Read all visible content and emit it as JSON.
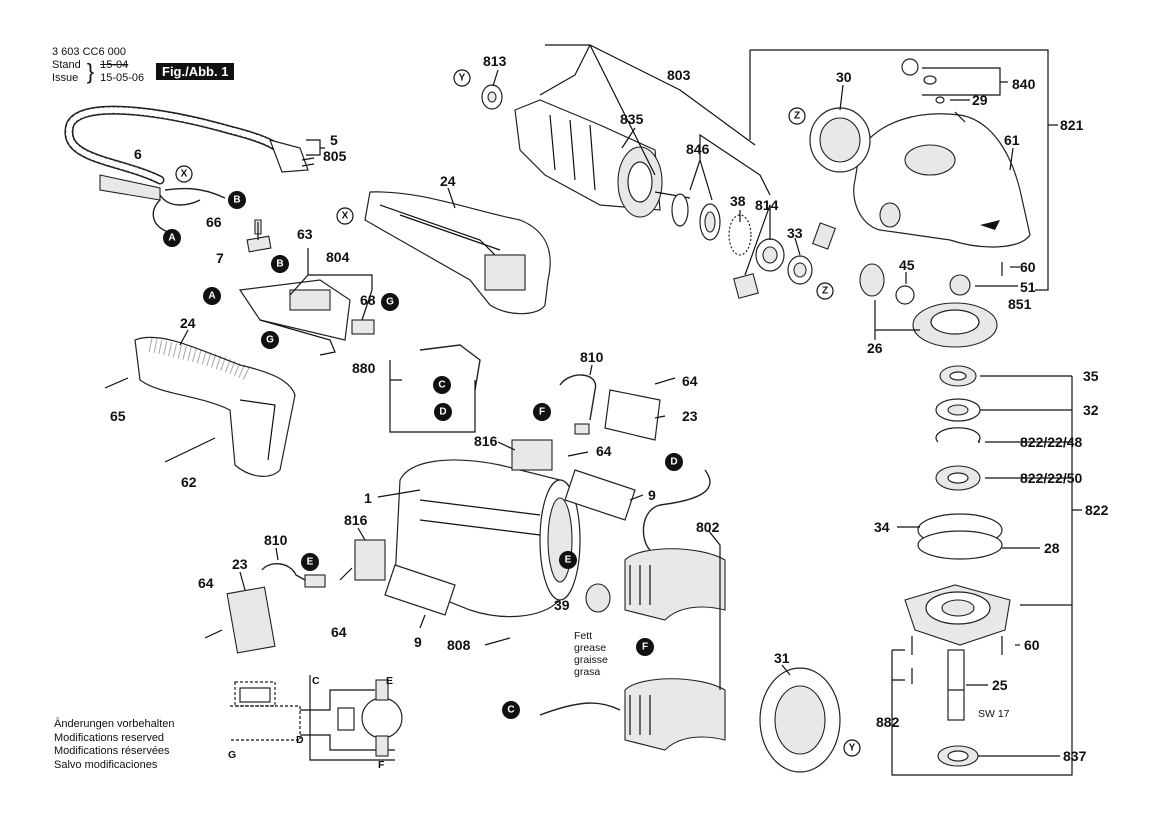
{
  "header": {
    "doc_number": "3 603 CC6 000",
    "stand_label": "Stand",
    "stand_value": "15-04",
    "issue_label": "Issue",
    "issue_value": "15-05-06",
    "figure_label": "Fig./Abb. 1"
  },
  "notes": [
    "Änderungen vorbehalten",
    "Modifications reserved",
    "Modifications réservées",
    "Salvo modificaciones"
  ],
  "part_labels": {
    "p813": "813",
    "p803": "803",
    "p30": "30",
    "p840": "840",
    "p29": "29",
    "p821": "821",
    "p835": "835",
    "p846": "846",
    "p61": "61",
    "p38": "38",
    "p814": "814",
    "p33": "33",
    "p5": "5",
    "p805": "805",
    "p6": "6",
    "p24a": "24",
    "p66": "66",
    "p63": "63",
    "p7": "7",
    "p804": "804",
    "p68": "68",
    "p60a": "60",
    "p45": "45",
    "p51": "51",
    "p851": "851",
    "p26": "26",
    "p24b": "24",
    "p880": "880",
    "p810a": "810",
    "p64a": "64",
    "p23a": "23",
    "p35": "35",
    "p32": "32",
    "p65": "65",
    "p816a": "816",
    "p64b": "64",
    "p822_22_48": "822/22/48",
    "p822_22_50": "822/22/50",
    "p62": "62",
    "p1": "1",
    "p9a": "9",
    "p802": "802",
    "p822": "822",
    "p816b": "816",
    "p810b": "810",
    "p34": "34",
    "p28": "28",
    "p23b": "23",
    "p64c": "64",
    "p64d": "64",
    "p39": "39",
    "p9b": "9",
    "p808": "808",
    "p60b": "60",
    "p31": "31",
    "p25": "25",
    "p882": "882",
    "p837": "837"
  },
  "connectors": {
    "A": "A",
    "B": "B",
    "C": "C",
    "D": "D",
    "E": "E",
    "F": "F",
    "G": "G",
    "X": "X",
    "Y": "Y",
    "Z": "Z"
  },
  "grease_note": [
    "Fett",
    "grease",
    "graisse",
    "grasa"
  ],
  "sw_note": "SW 17",
  "schematic_labels": {
    "C": "C",
    "D": "D",
    "E": "E",
    "F": "F",
    "G": "G"
  }
}
